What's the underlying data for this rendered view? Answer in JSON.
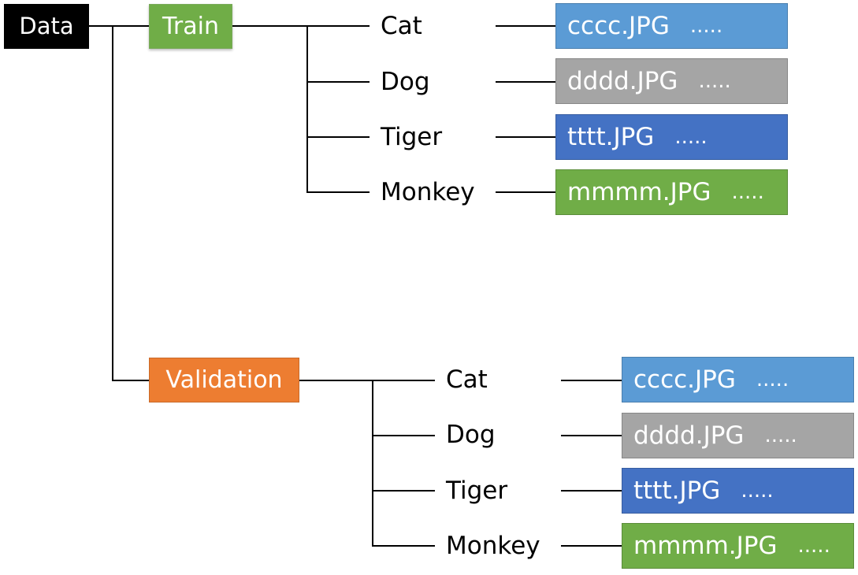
{
  "root": {
    "label": "Data",
    "color": "#000000"
  },
  "train": {
    "label": "Train",
    "color": "#70ad47"
  },
  "validation": {
    "label": "Validation",
    "color": "#ed7d31"
  },
  "train_classes": [
    {
      "label": "Cat",
      "file": "cccc.JPG",
      "more": ".....",
      "color": "#5b9bd5"
    },
    {
      "label": "Dog",
      "file": "dddd.JPG",
      "more": ".....",
      "color": "#a5a5a5"
    },
    {
      "label": "Tiger",
      "file": "tttt.JPG",
      "more": ".....",
      "color": "#4472c4"
    },
    {
      "label": "Monkey",
      "file": "mmmm.JPG",
      "more": ".....",
      "color": "#70ad47"
    }
  ],
  "validation_classes": [
    {
      "label": "Cat",
      "file": "cccc.JPG",
      "more": ".....",
      "color": "#5b9bd5"
    },
    {
      "label": "Dog",
      "file": "dddd.JPG",
      "more": ".....",
      "color": "#a5a5a5"
    },
    {
      "label": "Tiger",
      "file": "tttt.JPG",
      "more": ".....",
      "color": "#4472c4"
    },
    {
      "label": "Monkey",
      "file": "mmmm.JPG",
      "more": ".....",
      "color": "#70ad47"
    }
  ]
}
